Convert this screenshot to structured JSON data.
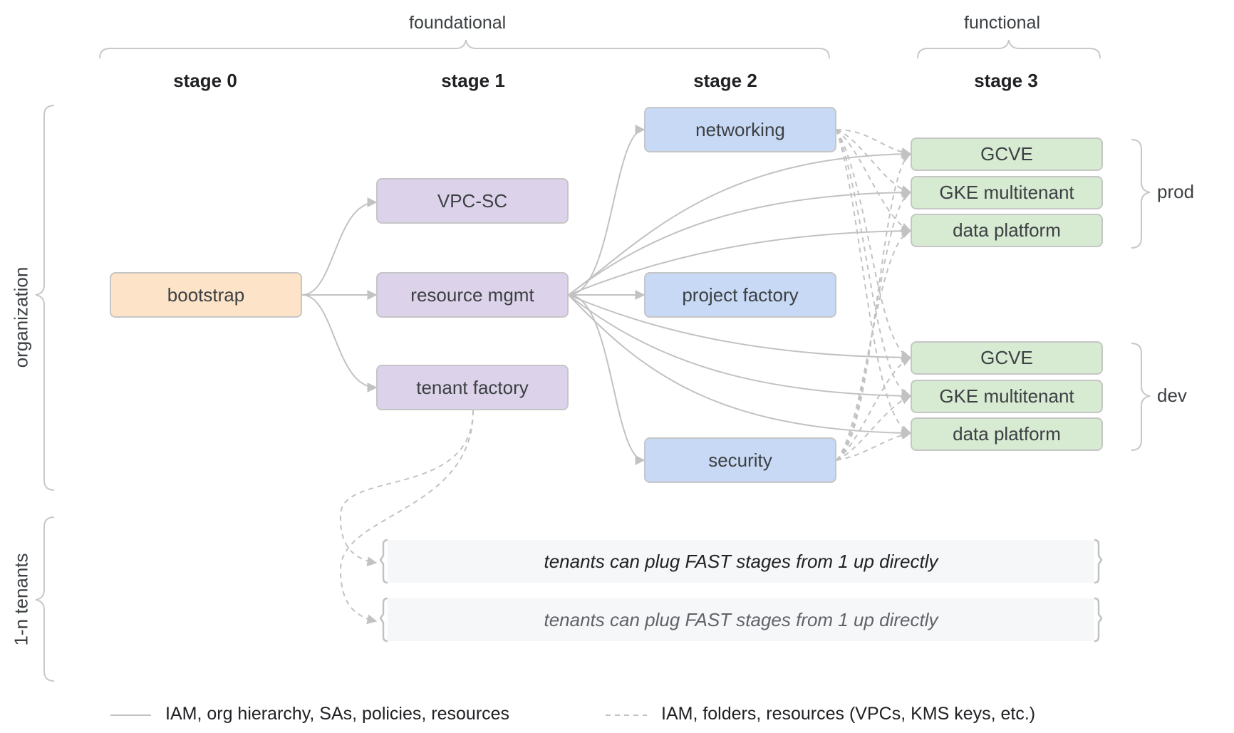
{
  "groups": {
    "foundational": "foundational",
    "functional": "functional"
  },
  "stages": {
    "s0": "stage 0",
    "s1": "stage 1",
    "s2": "stage 2",
    "s3": "stage 3"
  },
  "side": {
    "organization": "organization",
    "tenants": "1-n tenants"
  },
  "nodes": {
    "bootstrap": "bootstrap",
    "vpc_sc": "VPC-SC",
    "resource_mgmt": "resource mgmt",
    "tenant_factory": "tenant factory",
    "networking": "networking",
    "project_factory": "project factory",
    "security": "security",
    "prod_gcve": "GCVE",
    "prod_gke": "GKE multitenant",
    "prod_data": "data platform",
    "dev_gcve": "GCVE",
    "dev_gke": "GKE multitenant",
    "dev_data": "data platform"
  },
  "envs": {
    "prod": "prod",
    "dev": "dev"
  },
  "tenant_rows": [
    "tenants can plug FAST stages from 1 up directly",
    "tenants can plug FAST stages from 1 up directly"
  ],
  "legend": {
    "solid": "IAM, org hierarchy, SAs, policies, resources",
    "dashed": "IAM, folders, resources (VPCs, KMS keys, etc.)"
  },
  "colors": {
    "bootstrap": "#fde3c7",
    "stage1": "#dcd3ea",
    "stage2": "#c8d9f5",
    "stage3": "#d7ead2",
    "lines": "#c2c2c2"
  }
}
